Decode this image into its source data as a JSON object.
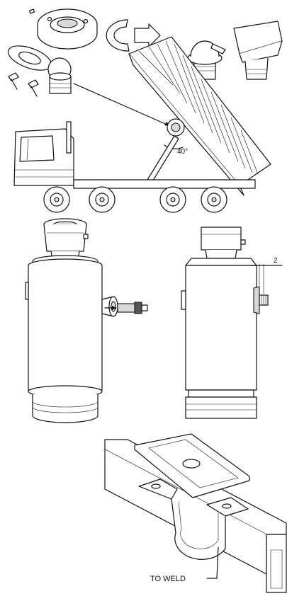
{
  "labels": {
    "tilt_angle": "40°",
    "dimension": "2",
    "weld_note": "TO WELD"
  }
}
